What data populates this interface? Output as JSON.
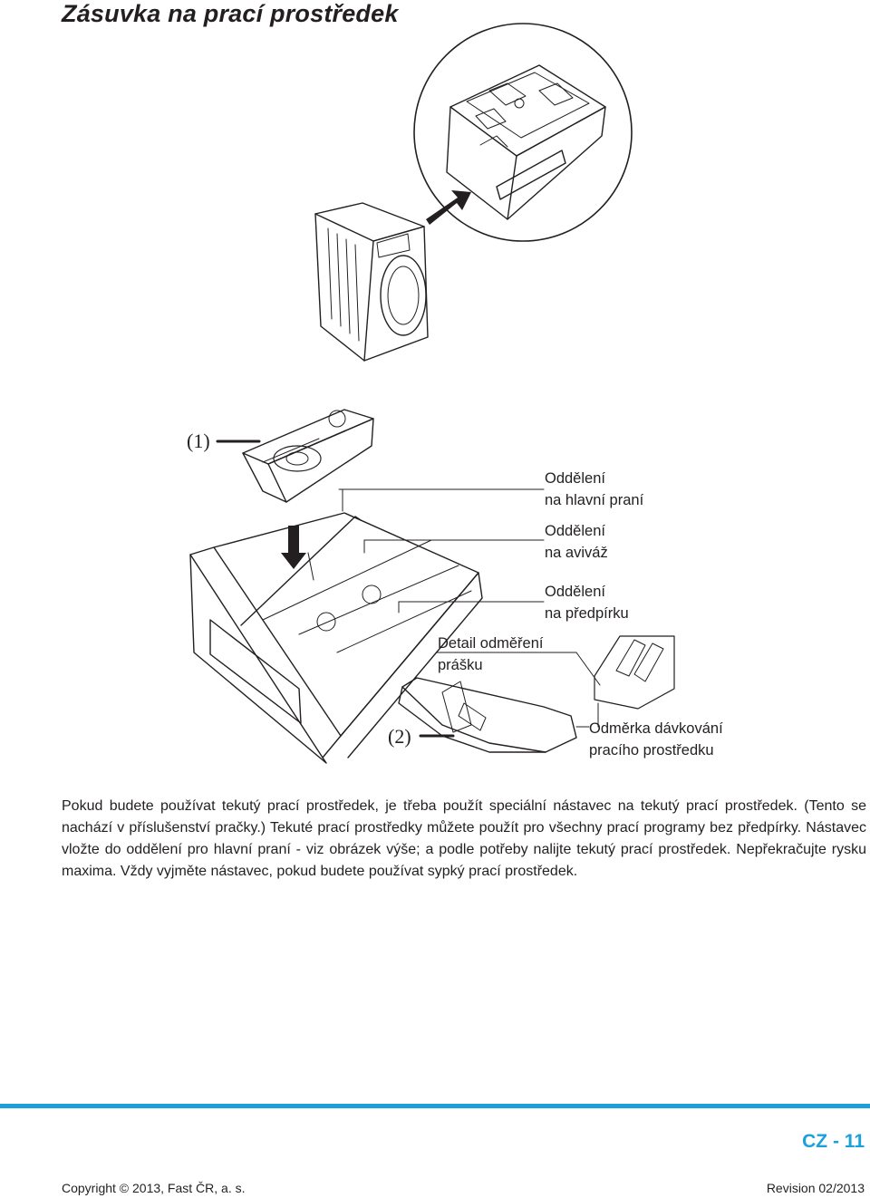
{
  "page": {
    "title": "Zásuvka na prací prostředek",
    "page_number": "CZ - 11"
  },
  "figure": {
    "callout_1": "(1)",
    "callout_2": "(2)",
    "labels": {
      "main_wash_line1": "Oddělení",
      "main_wash_line2": "na hlavní praní",
      "softener_line1": "Oddělení",
      "softener_line2": "na aviváž",
      "prewash_line1": "Oddělení",
      "prewash_line2": "na předpírku",
      "detail_line1": "Detail odměření",
      "detail_line2": "prášku",
      "measure_line1": "Odměrka dávkování",
      "measure_line2": "pracího prostředku"
    }
  },
  "body": {
    "paragraph": "Pokud budete používat tekutý prací prostředek, je třeba použít speciální nástavec na tekutý prací prostředek. (Tento se nachází v příslušenství pračky.) Tekuté prací prostředky můžete použít pro všechny prací programy bez předpírky. Nástavec vložte do oddělení pro hlavní praní - viz obrázek výše; a podle potřeby nalijte tekutý prací prostředek. Nepřekračujte rysku maxima. Vždy vyjměte nástavec, pokud budete používat sypký prací prostředek."
  },
  "footer": {
    "copyright": "Copyright © 2013, Fast ČR, a. s.",
    "revision": "Revision 02/2013"
  },
  "colors": {
    "accent": "#1aa1db",
    "text": "#231f20"
  }
}
